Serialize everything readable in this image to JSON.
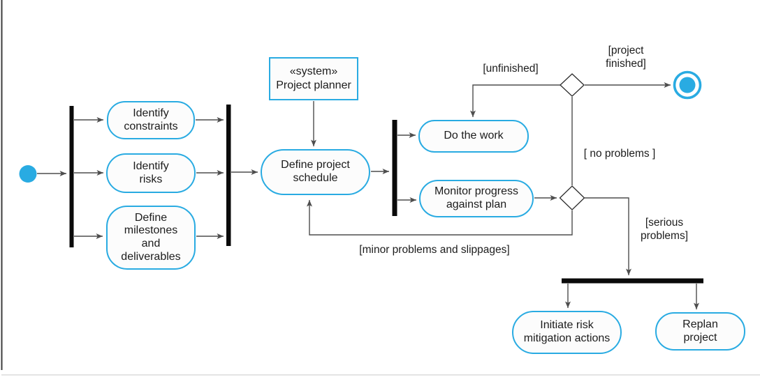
{
  "colors": {
    "accent": "#29abe2",
    "line": "#4d4d4d",
    "bar": "#0a0a0a",
    "text": "#1c1c1c",
    "node_fill": "#fcfcfc",
    "diamond_stroke": "#2b2b2b",
    "page_edge": "#3c3c3c",
    "page_bottom": "#dcdcdc",
    "page_bg": "#ffffff"
  },
  "diagram": {
    "type": "uml-activity-diagram",
    "subject": "Project planning process",
    "nodes": {
      "system_annotation": "«system»\nProject planner",
      "identify_constraints": "Identify\nconstraints",
      "identify_risks": "Identify\nrisks",
      "define_milestones": "Define\nmilestones\nand\ndeliverables",
      "define_schedule": "Define project\nschedule",
      "do_work": "Do the work",
      "monitor_progress": "Monitor progress\nagainst plan",
      "initiate_risk": "Initiate risk\nmitigation actions",
      "replan_project": "Replan\nproject"
    },
    "guards": {
      "unfinished": "[unfinished]",
      "project_finished": "[project\nfinished]",
      "no_problems": "[ no problems ]",
      "minor_problems": "[minor problems and slippages]",
      "serious_problems": "[serious\nproblems]"
    }
  }
}
